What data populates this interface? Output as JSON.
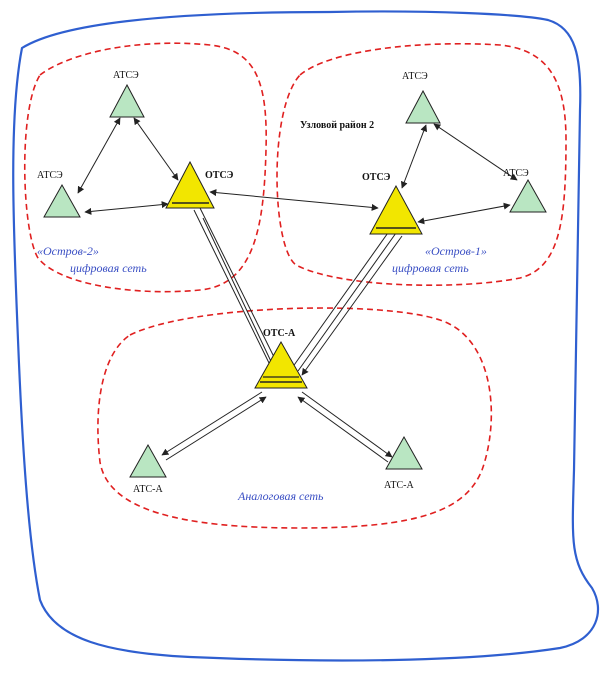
{
  "colors": {
    "outline": "#2f5fd0",
    "zone_border": "#e02020",
    "digital_node": "#f2e600",
    "small_node": "#b9e6c2",
    "link": "#222222",
    "zone_text": "#3a4fc4"
  },
  "labels": {
    "atse_top_left": "АТСЭ",
    "atse_left": "АТСЭ",
    "otse_left": "ОТСЭ",
    "atse_top_right": "АТСЭ",
    "atse_right": "АТСЭ",
    "otse_right": "ОТСЭ",
    "uzlovoy_rayon": "Узловой район 2",
    "ots_a": "ОТС-А",
    "ats_a_left": "АТС-А",
    "ats_a_right": "АТС-А"
  },
  "zones": {
    "island2_name": "«Остров-2»",
    "island2_type": "цифровая сеть",
    "island1_name": "«Остров-1»",
    "island1_type": "цифровая сеть",
    "analog": "Аналоговая сеть"
  }
}
